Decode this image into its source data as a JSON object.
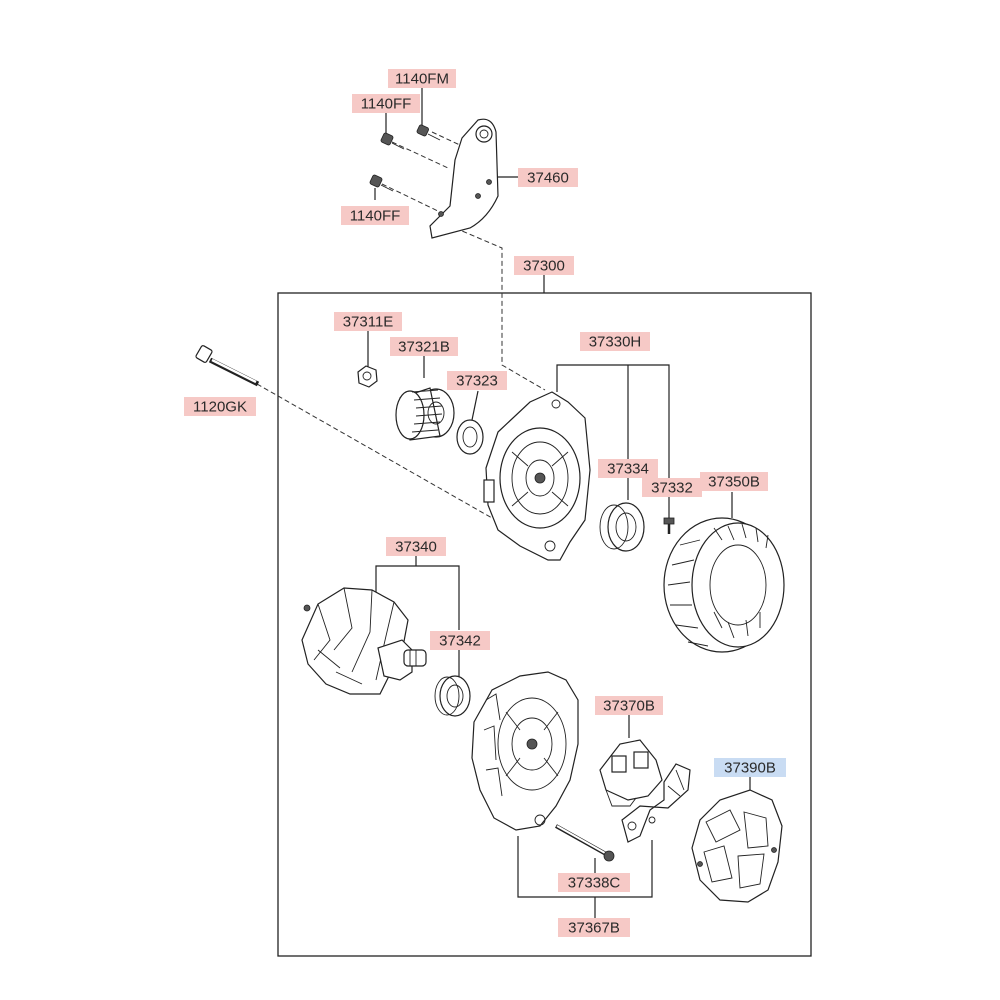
{
  "labels": {
    "p1140FM": "1140FM",
    "p1140FF_top": "1140FF",
    "p1140FF_bottom": "1140FF",
    "p37460": "37460",
    "p37300": "37300",
    "p37311E": "37311E",
    "p37321B": "37321B",
    "p37323": "37323",
    "p37330H": "37330H",
    "p1120GK": "1120GK",
    "p37334": "37334",
    "p37332": "37332",
    "p37350B": "37350B",
    "p37340": "37340",
    "p37342": "37342",
    "p37370B": "37370B",
    "p37390B": "37390B",
    "p37338C": "37338C",
    "p37367B": "37367B"
  },
  "colors": {
    "label_highlight": "#f6c9c6",
    "label_selected": "#c9dcf3",
    "line": "#222222"
  },
  "selected_part": "37390B"
}
